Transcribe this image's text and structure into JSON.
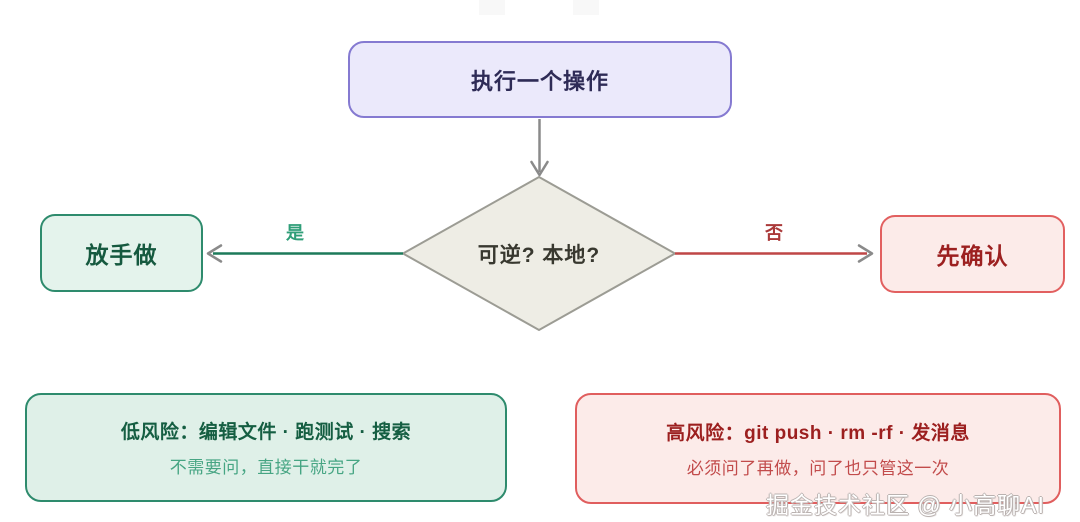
{
  "diagram": {
    "title_hint": "action-risk-decision-flowchart",
    "start_node": {
      "label": "执行一个操作"
    },
    "decision_node": {
      "label": "可逆? 本地?"
    },
    "yes_branch": {
      "edge_label": "是",
      "node_label": "放手做"
    },
    "no_branch": {
      "edge_label": "否",
      "node_label": "先确认"
    },
    "low_risk_note": {
      "title": "低风险：编辑文件 · 跑测试 · 搜索",
      "subtitle": "不需要问，直接干就完了"
    },
    "high_risk_note": {
      "title": "高风险：git push · rm -rf · 发消息",
      "subtitle": "必须问了再做，问了也只管这一次"
    },
    "watermark": "掘金技术社区 @ 小高聊AI"
  },
  "colors": {
    "start_fill": "#ebe9fb",
    "start_border": "#857ad1",
    "start_text": "#2e2b56",
    "decision_fill": "#eeede5",
    "decision_border": "#9c9c94",
    "decision_text": "#38382f",
    "yes_edge": "#1d7a5a",
    "yes_label": "#2f9e78",
    "yes_fill": "#e4f3ec",
    "yes_border": "#2e8b6d",
    "yes_text": "#15593f",
    "no_edge": "#bf4747",
    "no_label": "#aa3939",
    "no_fill": "#fcebe9",
    "no_border": "#e26060",
    "no_text": "#9c2020",
    "low_risk_title": "#155e42",
    "low_risk_subtitle": "#46a583",
    "high_risk_title": "#9c1f1f",
    "high_risk_subtitle": "#c24b4b",
    "arrowhead": "#8a8a8a",
    "watermark_text": "#ffffff"
  }
}
